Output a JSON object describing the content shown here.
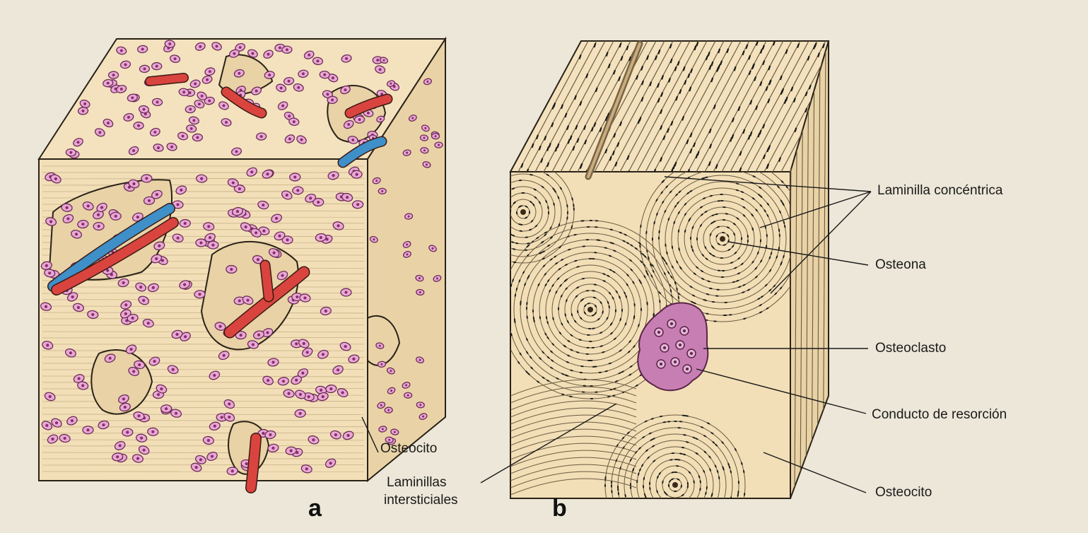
{
  "panel_a": {
    "letter": "a",
    "labels": {
      "osteocito": "Osteocito"
    }
  },
  "panel_b": {
    "letter": "b",
    "labels": {
      "laminilla_concentrica": "Laminilla concéntrica",
      "osteona": "Osteona",
      "osteoclasto": "Osteoclasto",
      "conducto_resorcion": "Conducto de resorción",
      "osteocito": "Osteocito",
      "laminillas_line1": "Laminillas",
      "laminillas_line2": "intersticiales"
    }
  },
  "colors": {
    "bone": "#f2dfb7",
    "bone_shade": "#e2c99a",
    "cell_fill": "#e7a9d3",
    "cell_nucleus": "#8b2c6e",
    "artery": "#d9443f",
    "vein": "#3f8fc8",
    "osteoclast": "#c77fb3",
    "line": "#2a2218"
  }
}
